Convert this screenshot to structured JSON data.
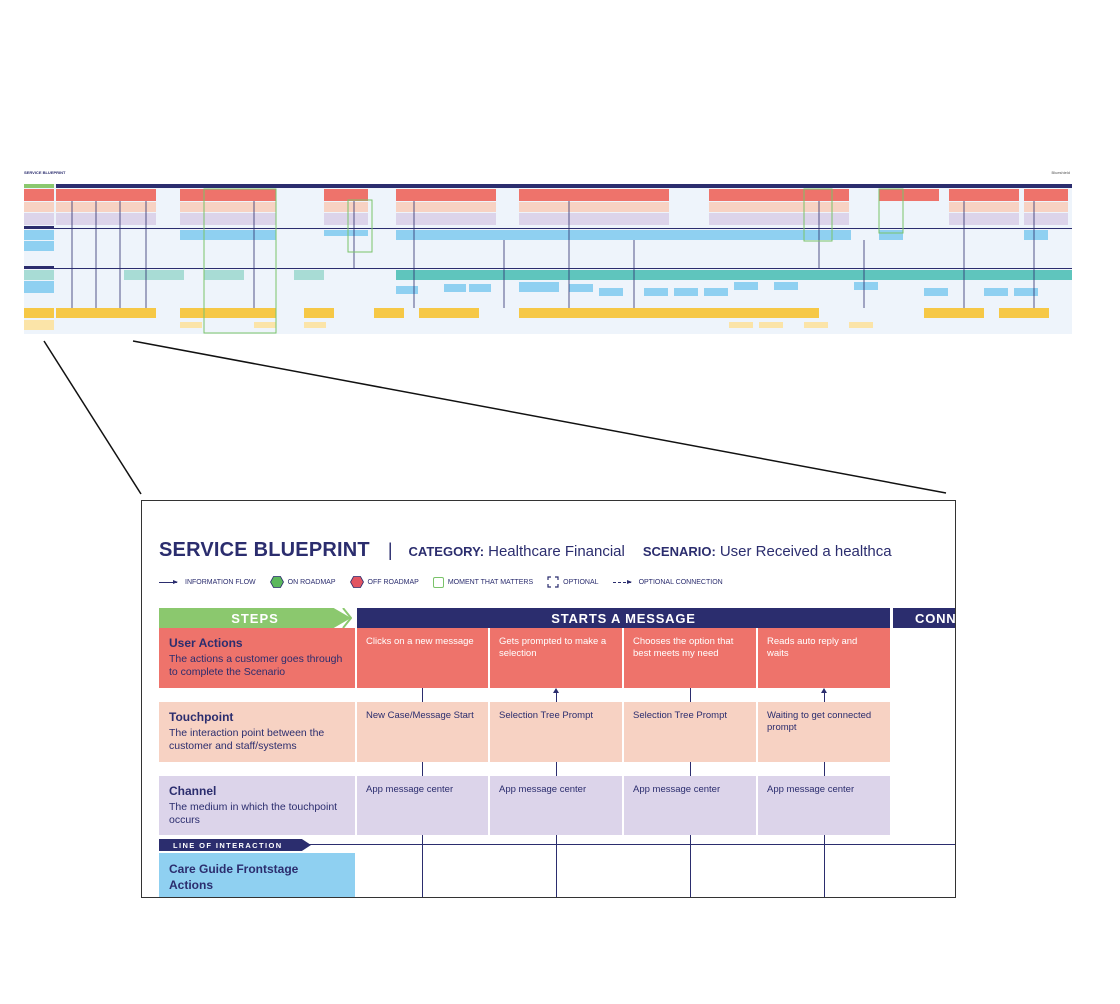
{
  "overview": {
    "title": "SERVICE BLUEPRINT",
    "brand": "Blueshield"
  },
  "zoom": {
    "title": "SERVICE BLUEPRINT",
    "separator": "|",
    "category_label": "CATEGORY:",
    "category_value": "Healthcare Financial",
    "scenario_label": "SCENARIO:",
    "scenario_value": "User Received a healthca"
  },
  "legend": {
    "items": [
      {
        "label": "INFORMATION FLOW",
        "icon": "arrow-right-icon"
      },
      {
        "label": "ON ROADMAP",
        "icon": "green-hexagon-icon",
        "color": "#5bb85c"
      },
      {
        "label": "OFF ROADMAP",
        "icon": "red-hexagon-icon",
        "color": "#e25562"
      },
      {
        "label": "MOMENT THAT MATTERS",
        "icon": "green-square-outline-icon",
        "color": "#7ac36a"
      },
      {
        "label": "OPTIONAL",
        "icon": "dashed-brackets-icon"
      },
      {
        "label": "OPTIONAL CONNECTION",
        "icon": "dashed-arrow-icon"
      }
    ]
  },
  "header": {
    "steps": "STEPS",
    "stages": [
      "STARTS A MESSAGE",
      "CONN"
    ]
  },
  "rows": {
    "user_actions": {
      "title": "User Actions",
      "desc": "The actions a customer goes through to complete the Scenario",
      "cells": [
        "Clicks on a new message",
        "Gets prompted to make a selection",
        "Chooses the option that best meets my need",
        "Reads auto reply and waits"
      ]
    },
    "touchpoint": {
      "title": "Touchpoint",
      "desc": "The interaction point between the customer and staff/systems",
      "cells": [
        "New Case/Message Start",
        "Selection Tree Prompt",
        "Selection Tree Prompt",
        "Waiting to get connected prompt"
      ]
    },
    "channel": {
      "title": "Channel",
      "desc": "The medium in which the touchpoint occurs",
      "cells": [
        "App message center",
        "App message center",
        "App message center",
        "App message center"
      ]
    }
  },
  "line_of_interaction": "LINE OF INTERACTION",
  "care_guide": "Care Guide Frontstage Actions",
  "colors": {
    "navy": "#2b2d6e",
    "green": "#8bc86e",
    "user_actions": "#ee736b",
    "touchpoint": "#f7d2c3",
    "channel": "#dcd4ea",
    "care_guide": "#8fd0f1",
    "background": "#eef4fb"
  }
}
